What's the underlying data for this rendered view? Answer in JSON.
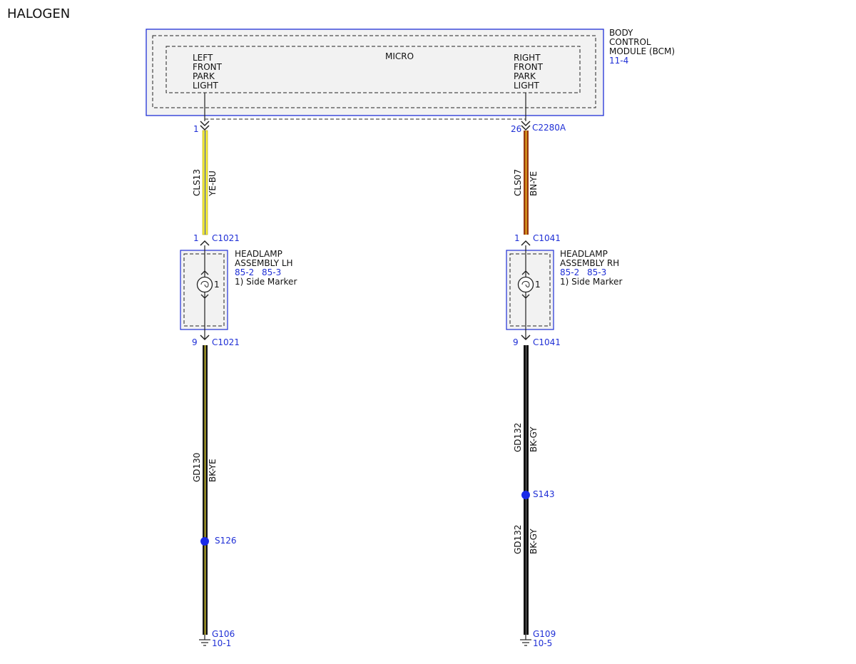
{
  "diagram": {
    "title": "HALOGEN",
    "bcm": {
      "name_lines": [
        "BODY",
        "CONTROL",
        "MODULE (BCM)"
      ],
      "ref": "11-4",
      "micro_label": "MICRO",
      "left_func_lines": [
        "LEFT",
        "FRONT",
        "PARK",
        "LIGHT"
      ],
      "right_func_lines": [
        "RIGHT",
        "FRONT",
        "PARK",
        "LIGHT"
      ]
    },
    "left": {
      "bcm_pin": "1",
      "wire1": {
        "circuit": "CLS13",
        "color": "YE-BU",
        "base": "#f0e83a",
        "stripe": "#2b48c8"
      },
      "lamp_conn": {
        "in_pin": "1",
        "in_id": "C1021",
        "out_pin": "9",
        "out_id": "C1021"
      },
      "lamp": {
        "name_lines": [
          "HEADLAMP",
          "ASSEMBLY LH"
        ],
        "ref_a": "85-2",
        "ref_b": "85-3",
        "bulb_num": "1",
        "note": "1) Side Marker"
      },
      "wire2": {
        "circuit": "GD130",
        "color": "BK-YE",
        "base": "#1a1a1a",
        "stripe": "#e9d92a"
      },
      "splice": "S126",
      "ground": "G106",
      "ground_ref": "10-1"
    },
    "right": {
      "bcm_pin": "26",
      "bcm_conn": "C2280A",
      "wire1": {
        "circuit": "CLS07",
        "color": "BN-YE",
        "base": "#9a3a12",
        "stripe": "#f0c020"
      },
      "lamp_conn": {
        "in_pin": "1",
        "in_id": "C1041",
        "out_pin": "9",
        "out_id": "C1041"
      },
      "lamp": {
        "name_lines": [
          "HEADLAMP",
          "ASSEMBLY RH"
        ],
        "ref_a": "85-2",
        "ref_b": "85-3",
        "bulb_num": "1",
        "note": "1) Side Marker"
      },
      "wire2": {
        "circuit": "GD132",
        "color": "BK-GY",
        "base": "#111111",
        "stripe": "#8a8a8a"
      },
      "wire3": {
        "circuit": "GD132",
        "color": "BK-GY"
      },
      "splice": "S143",
      "ground": "G109",
      "ground_ref": "10-5"
    },
    "colors": {
      "blue": "#1f2fd6",
      "splice_dot": "#1a2be8",
      "module_fill": "#f2f2f2"
    }
  }
}
